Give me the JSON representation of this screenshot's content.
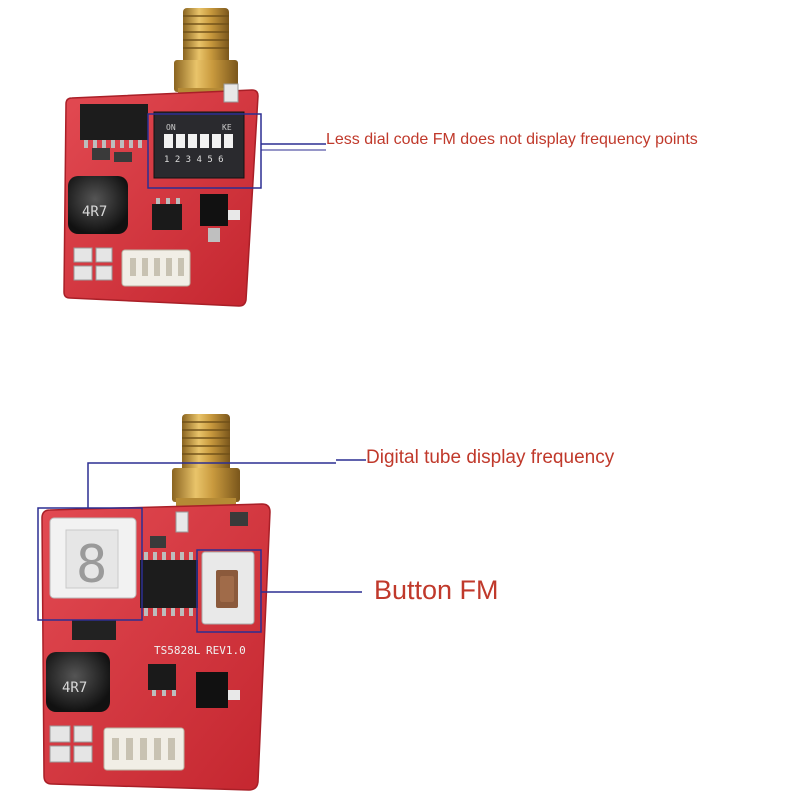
{
  "annotations": {
    "dip_switch_label": "Less dial code FM does not display frequency points",
    "digital_tube_label": "Digital tube display frequency",
    "button_label": "Button FM"
  },
  "board_top": {
    "inductor_marking": "4R7",
    "dip_numbers": "1 2 3 4 5 6",
    "dip_on_text": "ON",
    "dip_ke_text": "KE"
  },
  "board_bottom": {
    "inductor_marking": "4R7",
    "pcb_marking": "TS5828L",
    "revision": "REV1.0",
    "seven_segment_digit": "8"
  },
  "colors": {
    "pcb_red": "#d8353f",
    "callout_line": "#2c2e92",
    "annotation_text": "#c0392b",
    "antenna_gold": "#c99a3e"
  }
}
